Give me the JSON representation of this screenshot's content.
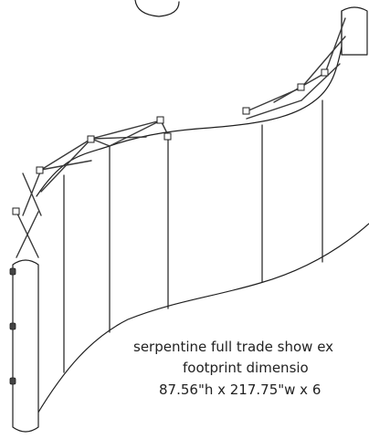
{
  "diagram": {
    "subject": "serpentine pop-up trade show display frame, isometric line drawing",
    "colors": {
      "line": "#1f1f1f",
      "frame": "#3a3a3a",
      "background": "#ffffff"
    }
  },
  "caption": {
    "line1": "serpentine full trade show ex",
    "line2": "footprint dimensio",
    "line3": "87.56\"h x 217.75\"w x 6"
  }
}
